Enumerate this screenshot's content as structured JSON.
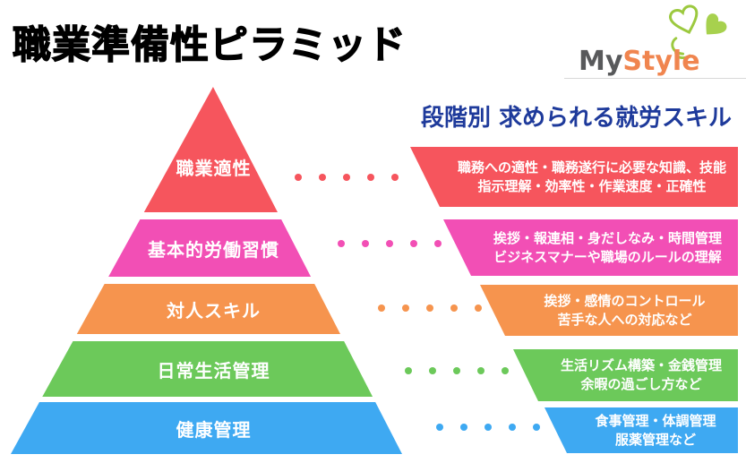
{
  "page": {
    "title": "職業準備性ピラミッド",
    "subtitle": "段階別 求められる就労スキル",
    "subtitle_color": "#1E3A9B"
  },
  "logo": {
    "my": "My",
    "style": "Style",
    "my_color": "#58595B",
    "style_color": "#F0854F",
    "clover_color": "#A7D14E",
    "clover_stroke": "#9CC93F"
  },
  "levels": [
    {
      "name": "職業適性",
      "color": "#F6555D",
      "desc_line1": "職務への適性・職務遂行に必要な知識、技能",
      "desc_line2": "指示理解・効率性・作業速度・正確性"
    },
    {
      "name": "基本的労働習慣",
      "color": "#F24FB5",
      "desc_line1": "挨拶・報連相・身だしなみ・時間管理",
      "desc_line2": "ビジネスマナーや職場のルールの理解"
    },
    {
      "name": "対人スキル",
      "color": "#F6944E",
      "desc_line1": "挨拶・感情のコントロール",
      "desc_line2": "苦手な人への対応など"
    },
    {
      "name": "日常生活管理",
      "color": "#6CC95A",
      "desc_line1": "生活リズム構築・金銭管理",
      "desc_line2": "余暇の過ごし方など"
    },
    {
      "name": "健康管理",
      "color": "#3EA9F2",
      "desc_line1": "食事管理・体調管理",
      "desc_line2": "服薬管理など"
    }
  ]
}
